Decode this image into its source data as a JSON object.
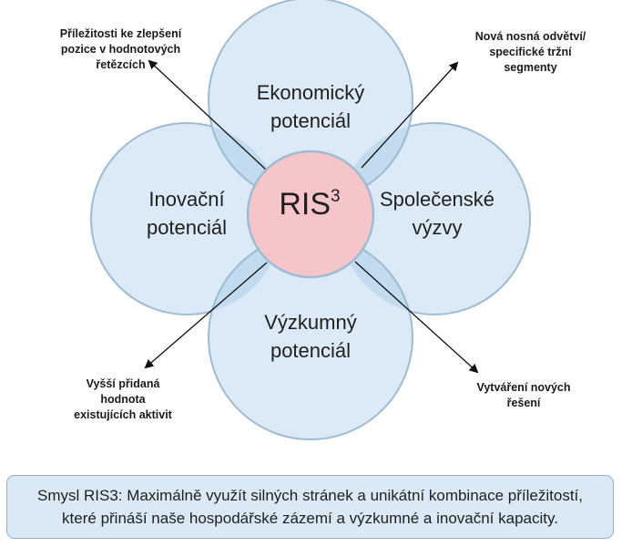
{
  "center": {
    "text": "RIS",
    "superscript": "3"
  },
  "petals": {
    "top": "Ekonomický\npotenciál",
    "left": "Inovační\npotenciál",
    "right": "Společenské\nvýzvy",
    "bottom": "Výzkumný\npotenciál"
  },
  "annotations": {
    "top_left": "Příležitosti ke zlepšení\npozice v hodnotových\nřetězcích",
    "top_right": "Nová nosná odvětví/\nspecifické tržní\nsegmenty",
    "bottom_left": "Vyšší přidaná\nhodnota\nexistujících aktivit",
    "bottom_right": "Vytváření  nových\nřešení"
  },
  "summary": "Smysl RIS3: Maximálně využít silných stránek a unikátní kombinace příležitostí, které přináší naše hospodářské zázemí a výzkumné a inovační kapacity.",
  "colors": {
    "petal_fill": "#dce9f6",
    "petal_stroke": "#9dbcd4",
    "overlap_fill": "#c3dbee",
    "center_fill": "#f6c5c9",
    "center_stroke": "#9dbcd4",
    "summary_fill": "#dbe9f7"
  }
}
